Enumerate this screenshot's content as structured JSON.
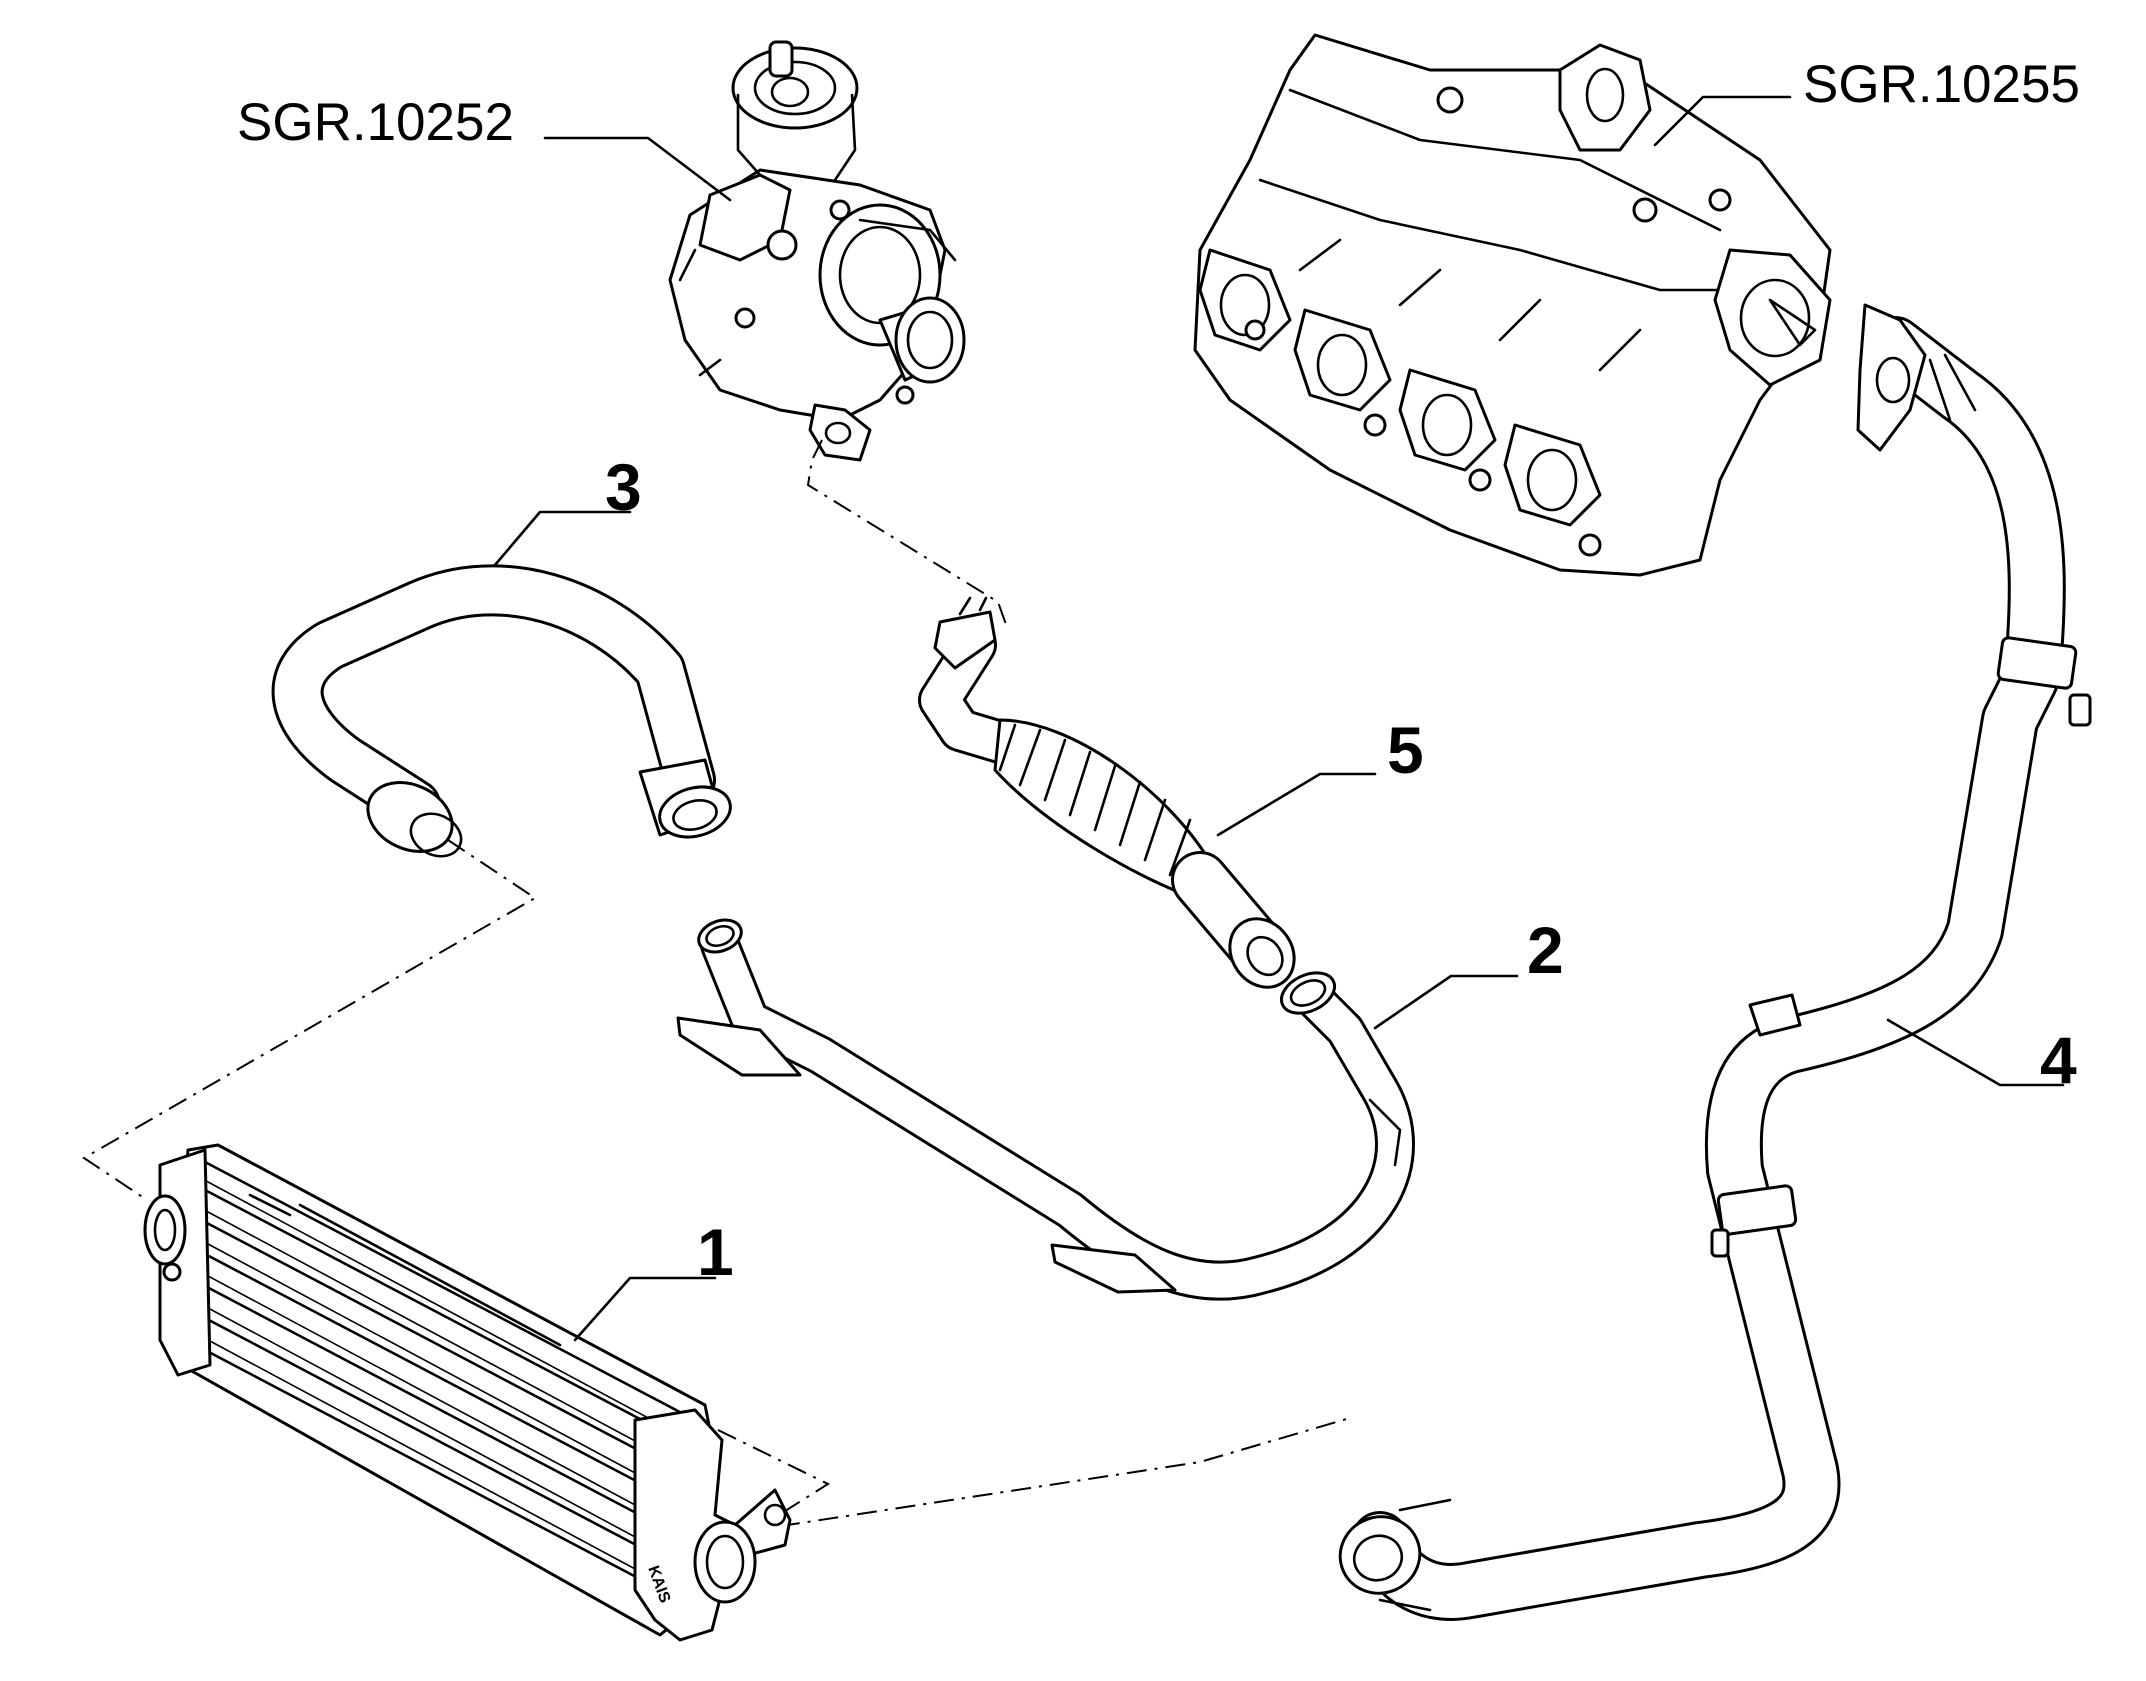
{
  "labels": {
    "turbo_ref": "SGR.10252",
    "manifold_ref": "SGR.10255",
    "part_1": "1",
    "part_2": "2",
    "part_3": "3",
    "part_4": "4",
    "part_5": "5"
  },
  "intercooler_marking": "KAIS"
}
